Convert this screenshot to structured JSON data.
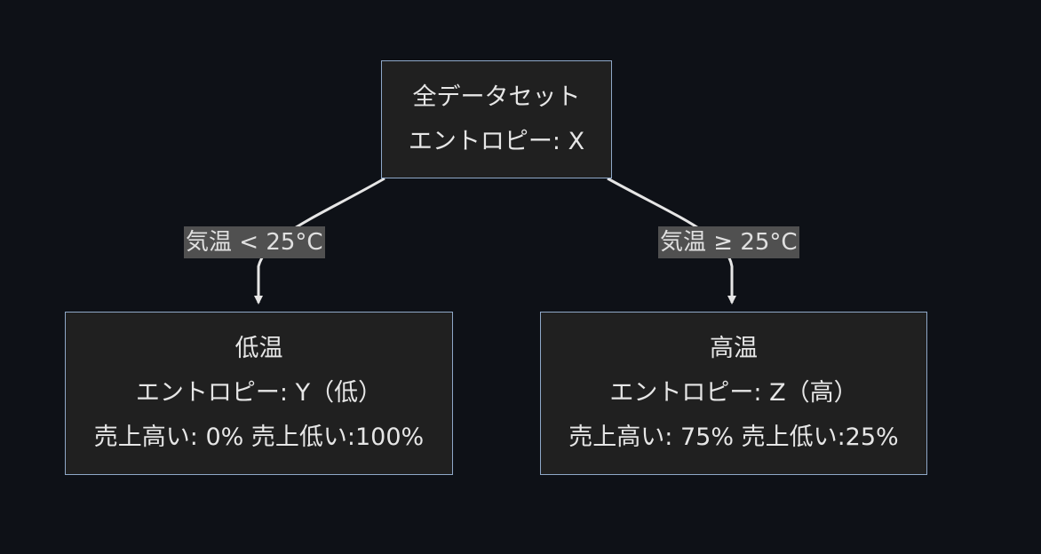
{
  "root": {
    "title": "全データセット",
    "entropy": "エントロピー: X"
  },
  "edges": {
    "low_condition": "気温 < 25°C",
    "high_condition": "気温 ≥ 25°C"
  },
  "low": {
    "title": "低温",
    "entropy": "エントロピー: Y（低）",
    "sales": "売上高い: 0% 売上低い:100%"
  },
  "high": {
    "title": "高温",
    "entropy": "エントロピー: Z（高）",
    "sales": "売上高い: 75% 売上低い:25%"
  },
  "colors": {
    "background": "#0e1117",
    "node_fill": "#202020",
    "node_border": "#8fa8c8",
    "edge": "#e6e6e6",
    "label_bg": "#505050"
  }
}
